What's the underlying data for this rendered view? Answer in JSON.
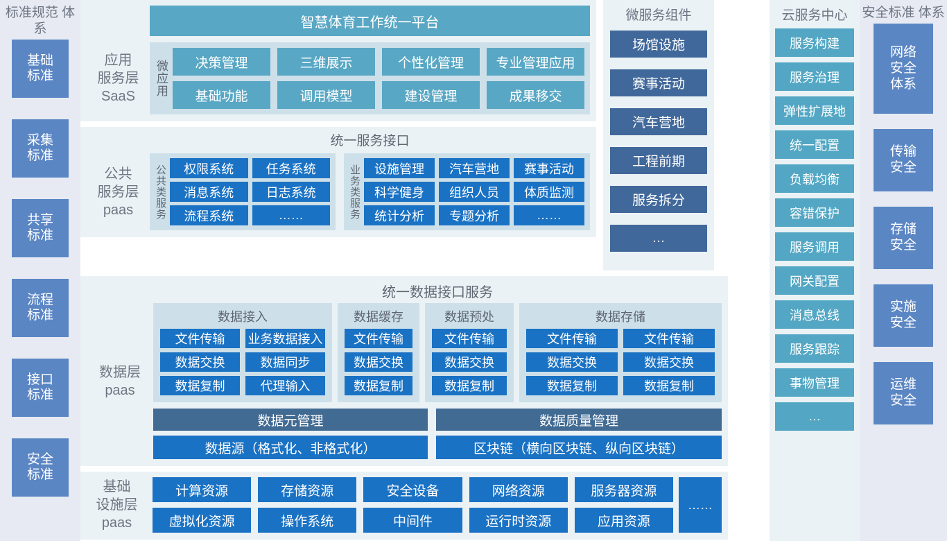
{
  "left_sidebar": {
    "title": "标准规范\n体系",
    "items": [
      {
        "label": "基础\n标准"
      },
      {
        "label": "采集\n标准"
      },
      {
        "label": "共享\n标准"
      },
      {
        "label": "流程\n标准"
      },
      {
        "label": "接口\n标准"
      },
      {
        "label": "安全\n标准"
      }
    ]
  },
  "right_sidebar": {
    "title": "安全标准\n体系",
    "items": [
      {
        "label": "网络\n安全\n体系"
      },
      {
        "label": "传输\n安全"
      },
      {
        "label": "存储\n安全"
      },
      {
        "label": "实施\n安全"
      },
      {
        "label": "运维\n安全"
      }
    ]
  },
  "application_layer": {
    "layer_label": "应用\n服务层\nSaaS",
    "platform_title": "智慧体育工作统一平台",
    "group_label": "微应用",
    "apps": [
      "决策管理",
      "三维展示",
      "个性化管理",
      "专业管理应用",
      "基础功能",
      "调用模型",
      "建设管理",
      "成果移交"
    ]
  },
  "public_service_layer": {
    "layer_label": "公共\n服务层\npaas",
    "section_title": "统一服务接口",
    "groups": [
      {
        "label": "公共类服务",
        "items": [
          "权限系统",
          "任务系统",
          "消息系统",
          "日志系统",
          "流程系统",
          "……"
        ]
      },
      {
        "label": "业务类服务",
        "items": [
          "设施管理",
          "汽车营地",
          "赛事活动",
          "科学健身",
          "组织人员",
          "体质监测",
          "统计分析",
          "专题分析",
          "……"
        ]
      }
    ]
  },
  "microservice_components": {
    "title": "微服务组件",
    "items": [
      "场馆设施",
      "赛事活动",
      "汽车营地",
      "工程前期",
      "服务拆分",
      "…"
    ]
  },
  "data_layer": {
    "layer_label": "数据层\npaas",
    "section_title": "统一数据接口服务",
    "groups": [
      {
        "title": "数据接入",
        "columns": 2,
        "items": [
          "文件传输",
          "业务数据接入",
          "数据交换",
          "数据同步",
          "数据复制",
          "代理输入"
        ]
      },
      {
        "title": "数据缓存",
        "columns": 1,
        "items": [
          "文件传输",
          "数据交换",
          "数据复制"
        ]
      },
      {
        "title": "数据预处",
        "columns": 1,
        "items": [
          "文件传输",
          "数据交换",
          "数据复制"
        ]
      },
      {
        "title": "数据存储",
        "columns": 2,
        "items": [
          "文件传输",
          "文件传输",
          "数据交换",
          "数据交换",
          "数据复制",
          "数据复制"
        ]
      }
    ],
    "management": [
      "数据元管理",
      "数据质量管理"
    ],
    "sources": [
      "数据源（格式化、非格式化）",
      "区块链（横向区块链、纵向区块链）"
    ]
  },
  "infrastructure_layer": {
    "layer_label": "基础\n设施层\npaas",
    "items": [
      "计算资源",
      "存储资源",
      "安全设备",
      "网络资源",
      "服务器资源",
      "虚拟化资源",
      "操作系统",
      "中间件",
      "运行时资源",
      "应用资源"
    ],
    "more_label": "……"
  },
  "cloud_service_center": {
    "title": "云服务中心",
    "items": [
      "服务构建",
      "服务治理",
      "弹性扩展地",
      "统一配置",
      "负载均衡",
      "容错保护",
      "服务调用",
      "网关配置",
      "消息总线",
      "服务跟踪",
      "事物管理",
      "…"
    ]
  },
  "colors": {
    "standard_box": "#5b86c4",
    "app_chip": "#58a7c4",
    "data_chip": "#1a72c4",
    "microservice_chip": "#41689a",
    "cloud_chip": "#53a7c4",
    "management_bar": "#426b93",
    "section_bg": "#ebf2f5",
    "group_bg": "#cde0e9",
    "sidebar_bg": "#e7eaf3"
  }
}
